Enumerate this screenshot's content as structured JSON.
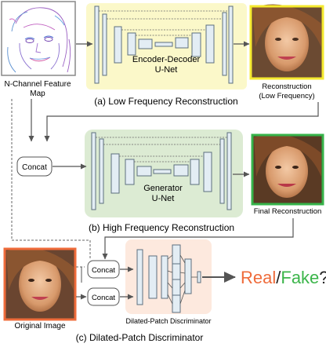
{
  "feature_map_label_line1": "N-Channel Feature",
  "feature_map_label_line2": "Map",
  "unet1_label_line1": "Encoder-Decoder",
  "unet1_label_line2": "U-Net",
  "recon_label_line1": "Reconstruction",
  "recon_label_line2": "(Low Frequency)",
  "section_a_caption": "(a) Low Frequency Reconstruction",
  "concat_label": "Concat",
  "unet2_label_line1": "Generator",
  "unet2_label_line2": "U-Net",
  "final_recon_label": "Final Reconstruction",
  "section_b_caption": "(b) High Frequency Reconstruction",
  "original_label": "Original Image",
  "discriminator_label": "Dilated-Patch Discriminator",
  "section_c_caption": "(c) Dilated-Patch Discriminator",
  "output_real": "Real",
  "output_slash": "/",
  "output_fake": "Fake",
  "output_q": "?",
  "colors": {
    "unet1_bg": "#fbf8c9",
    "unet2_bg": "#dcebd3",
    "disc_bg": "#fde9de",
    "layer_fill": "#e3edf4",
    "layer_stroke": "#5d6f7e",
    "recon_border": "#f5ea2f",
    "final_border": "#36b34a",
    "original_border": "#ef6b3a",
    "real": "#ef6b3a",
    "fake": "#3bb54a"
  }
}
